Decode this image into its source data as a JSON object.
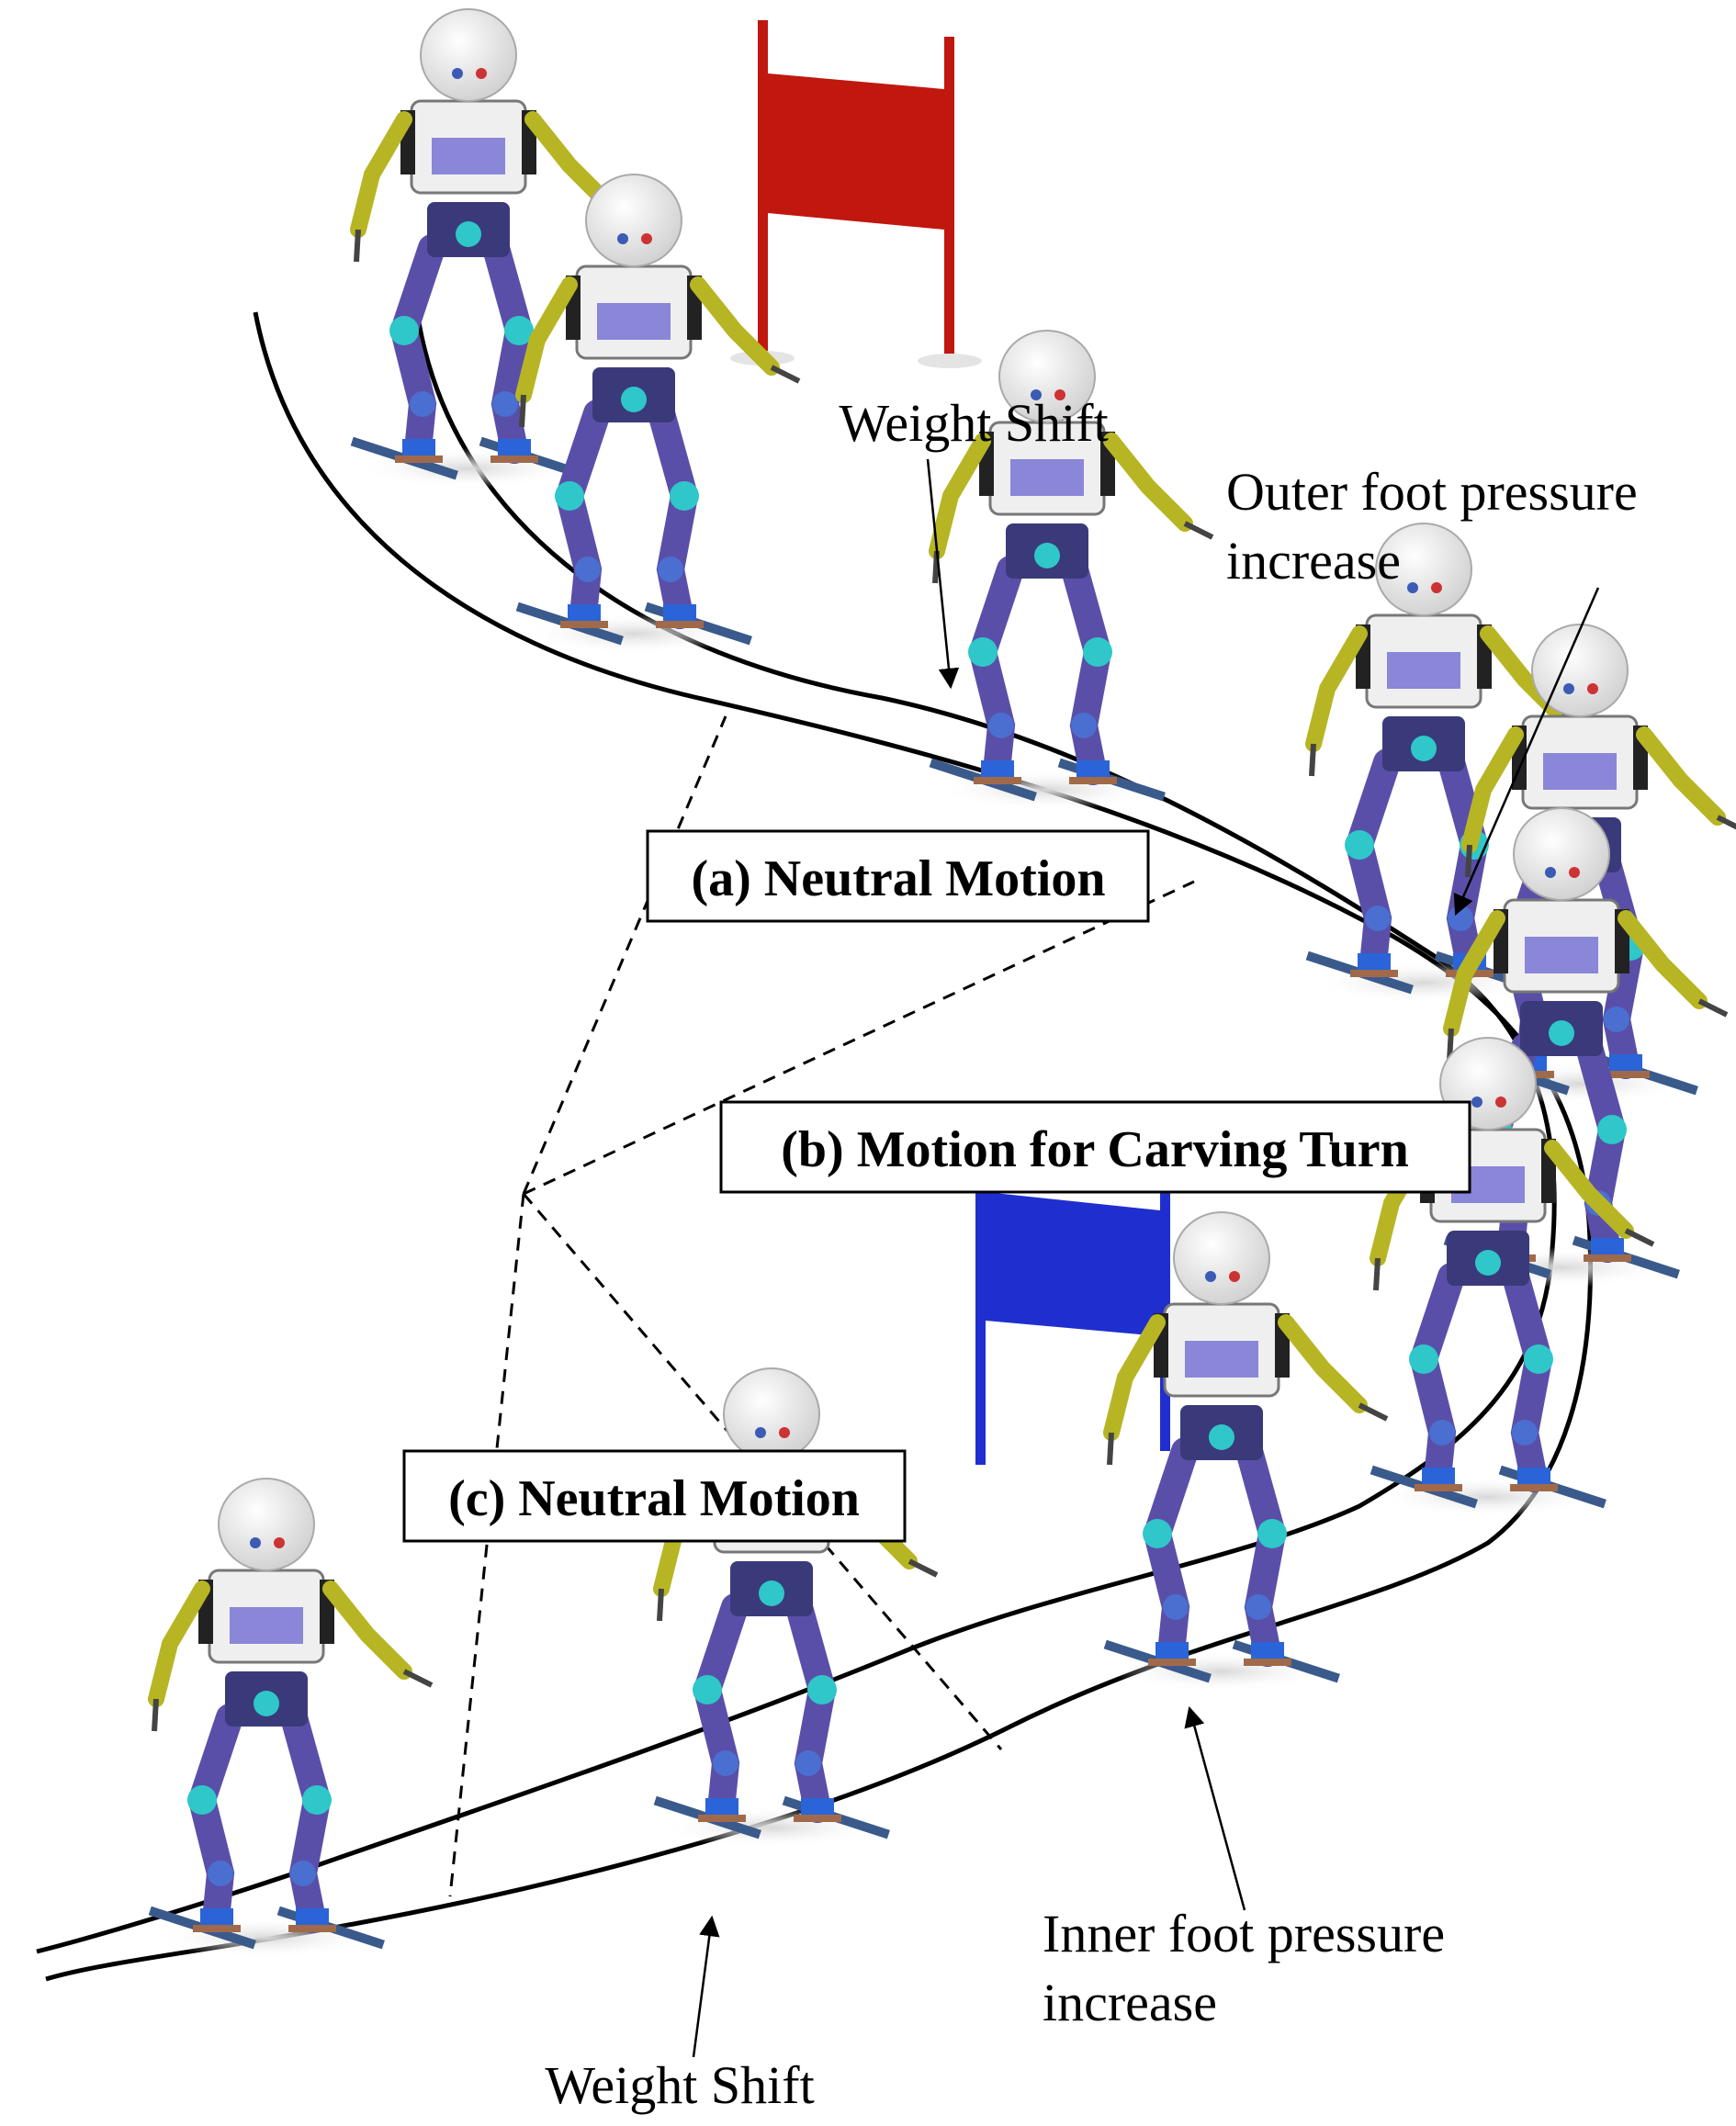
{
  "labels": {
    "weight_shift_top": "Weight Shift",
    "outer_foot_line1": "Outer foot pressure",
    "outer_foot_line2": "increase",
    "inner_foot_line1": "Inner foot pressure",
    "inner_foot_line2": "increase",
    "weight_shift_bottom": "Weight Shift"
  },
  "boxes": {
    "a": "(a) Neutral Motion",
    "b": "(b) Motion for Carving Turn",
    "c": "(c) Neutral Motion"
  },
  "gates": [
    {
      "name": "red-gate",
      "color": "#c0170f"
    },
    {
      "name": "blue-gate",
      "color": "#1f2fcf"
    }
  ],
  "colors": {
    "track": "#000000",
    "ski": "#35507a",
    "robot_head": "#e8e8e8",
    "robot_body": "#5a4fa8",
    "robot_joint": "#2fc7c9",
    "robot_arm": "#b7b524"
  }
}
